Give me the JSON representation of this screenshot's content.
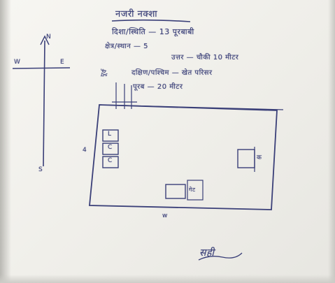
{
  "ink_color": "#3a3f78",
  "paper_color": "#f2f1ec",
  "sketch": {
    "title": "नजरी नक्शा",
    "lines": [
      "दिशा/स्थिति — 13 पूरबाबी",
      "क्षेत्र/स्थान — 5",
      "उत्तर — चौकी 10 मीटर",
      "दक्षिण/पश्चिम — खेत परिसर",
      "पूरब — 20 मीटर"
    ],
    "north_marker": "N",
    "west_marker": "W",
    "east_marker": "E",
    "south_marker": "S",
    "corner_label": "पूर्व",
    "left_side_mark": "4",
    "bottom_side_mark": "w",
    "boxes": [
      "L",
      "C",
      "C"
    ],
    "right_box_label": "क",
    "bottom_box_label": "गेट",
    "signature": "सही"
  }
}
